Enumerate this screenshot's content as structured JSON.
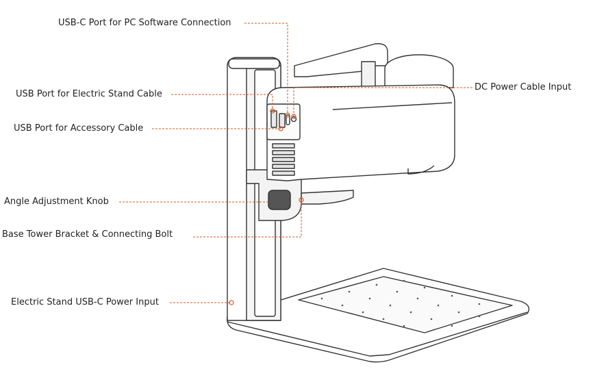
{
  "colors": {
    "leader": "#d9531e",
    "outline": "#333333",
    "fill": "#ffffff",
    "shade": "#f1f1f1",
    "text": "#222222"
  },
  "labels": {
    "usbc_pc": "USB-C Port for PC Software Connection",
    "usb_stand": "USB Port for Electric Stand Cable",
    "usb_accessory": "USB Port for Accessory Cable",
    "dc_power": "DC Power Cable Input",
    "angle_knob": "Angle Adjustment Knob",
    "base_bracket": "Base Tower Bracket & Connecting Bolt",
    "stand_usbc_power": "Electric Stand USB-C Power Input"
  }
}
